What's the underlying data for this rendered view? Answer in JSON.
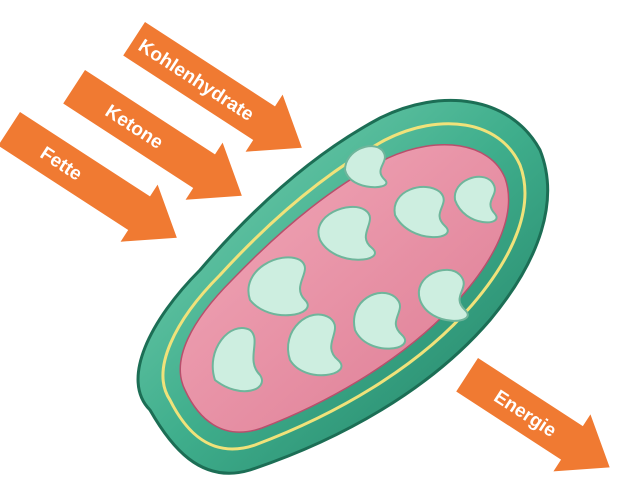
{
  "diagram": {
    "inputs": [
      {
        "label": "Kohlenhydrate"
      },
      {
        "label": "Ketone"
      },
      {
        "label": "Fette"
      }
    ],
    "output": {
      "label": "Energie"
    },
    "arrow_color": "#f07a32",
    "organelle": {
      "name_icon": "mitochondrion-illustration",
      "outer_membrane_color": "#3fae8c",
      "matrix_color": "#e98ea3",
      "cristae_color": "#cdeee0"
    }
  }
}
